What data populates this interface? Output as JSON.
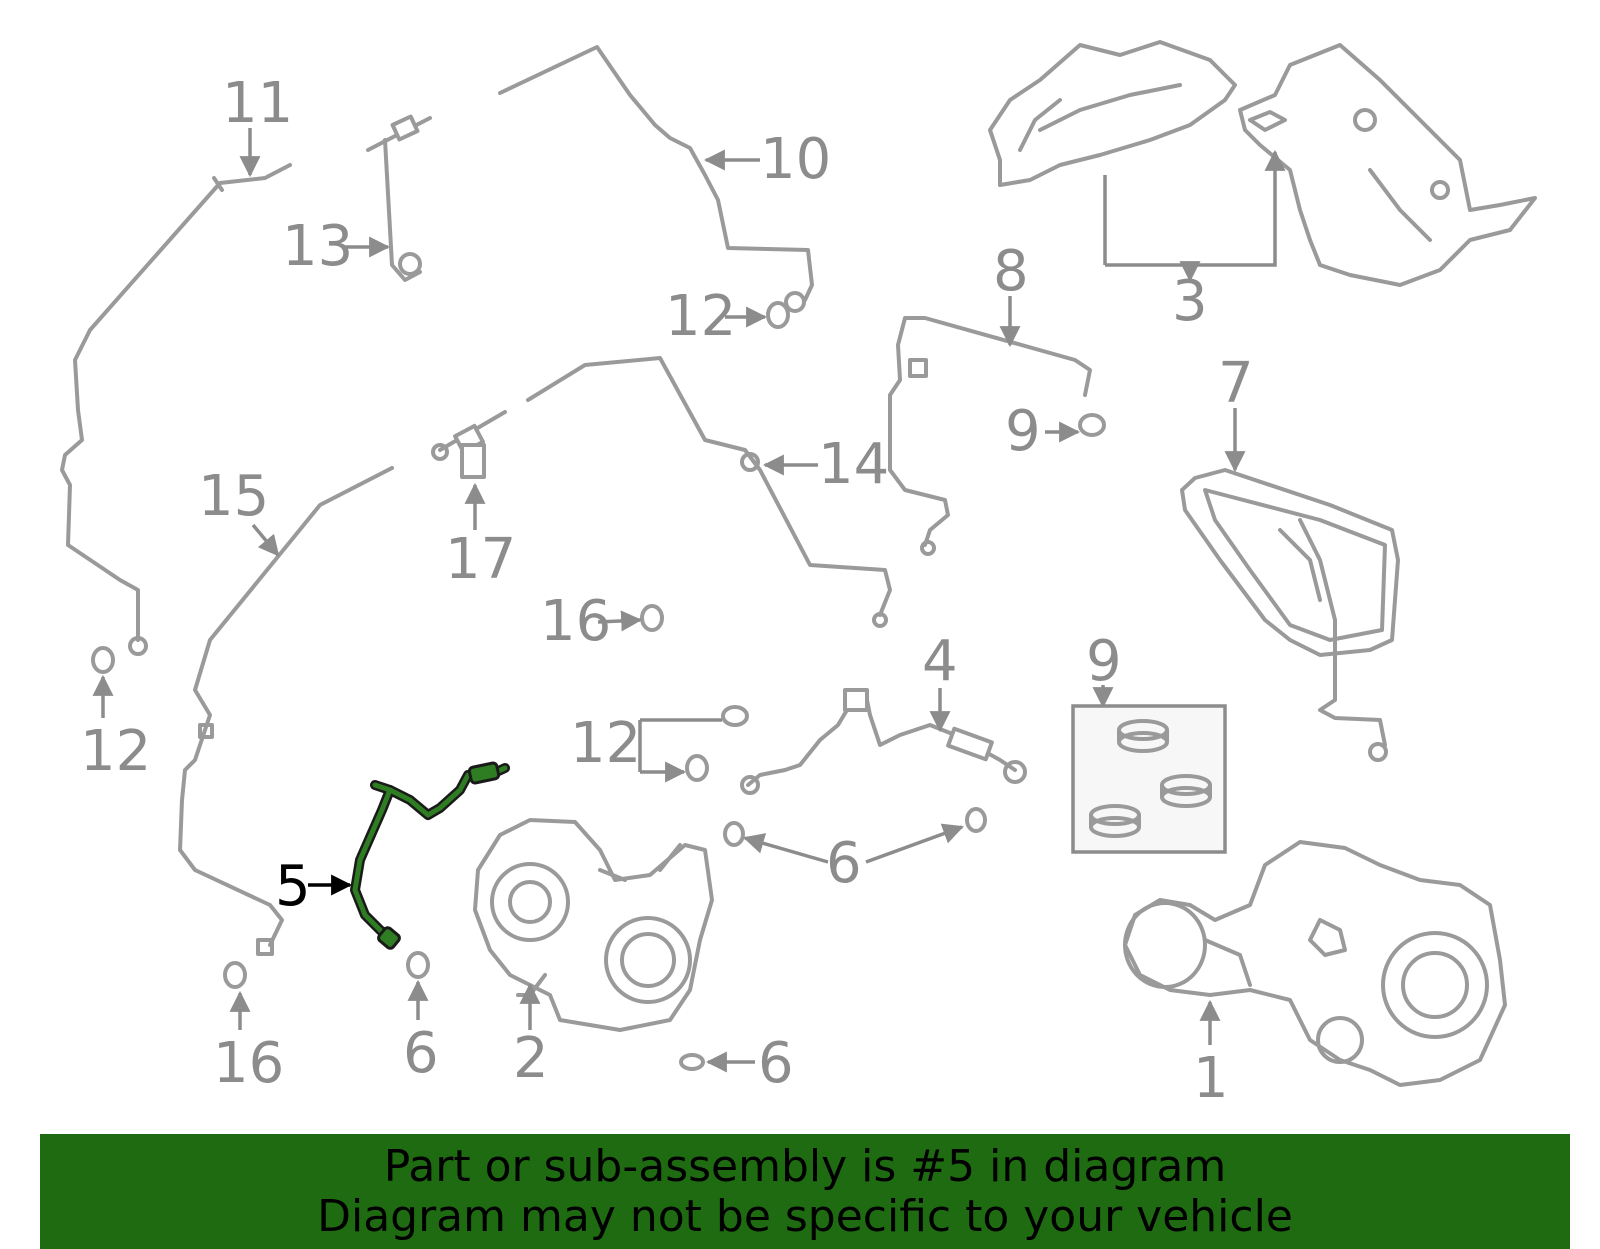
{
  "callouts": {
    "c1": "1",
    "c2": "2",
    "c3": "3",
    "c4": "4",
    "c5": "5",
    "c6a": "6",
    "c6b": "6",
    "c6c": "6",
    "c7": "7",
    "c8": "8",
    "c9a": "9",
    "c9b": "9",
    "c10": "10",
    "c11": "11",
    "c12a": "12",
    "c12b": "12",
    "c12c": "12",
    "c13": "13",
    "c14": "14",
    "c15": "15",
    "c16a": "16",
    "c16b": "16",
    "c17": "17"
  },
  "highlighted_part": "5",
  "colors": {
    "highlight": "#2e7d22",
    "banner": "#1f6b12",
    "line": "#9a9a9a"
  },
  "banner": {
    "line1": "Part or sub-assembly is #5 in diagram",
    "line2": "Diagram may not be specific to your vehicle"
  }
}
